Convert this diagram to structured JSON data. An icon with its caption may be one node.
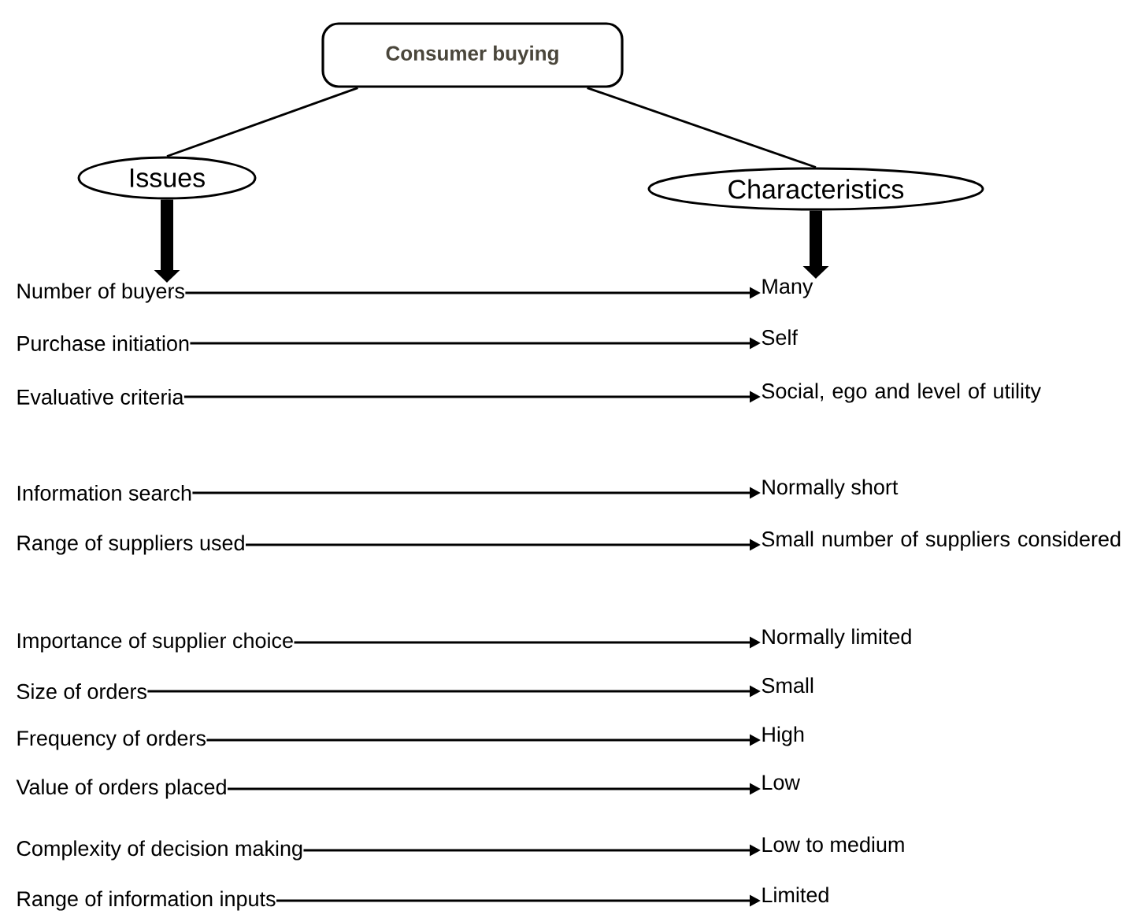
{
  "diagram": {
    "nodes": [
      {
        "text": [
          "Consumer buying"
        ]
      },
      {
        "text": [
          "Issues"
        ]
      },
      {
        "text": [
          "Characteristics"
        ]
      },
      {
        "text": [
          "Number of buyers"
        ]
      },
      {
        "text": [
          "Many"
        ]
      },
      {
        "text": [
          "Purchase initiation"
        ]
      },
      {
        "text": [
          "Self"
        ]
      },
      {
        "text": [
          "Evaluative criteria"
        ]
      },
      {
        "text": [
          "Social, ego and level of utility"
        ]
      },
      {
        "text": [
          "Information search"
        ]
      },
      {
        "text": [
          "Normally short"
        ]
      },
      {
        "text": [
          "Range of suppliers used"
        ]
      },
      {
        "text": [
          "Small number of suppliers considered"
        ]
      },
      {
        "text": [
          "Importance of supplier choice"
        ]
      },
      {
        "text": [
          "Normally limited"
        ]
      },
      {
        "text": [
          "Size of orders"
        ]
      },
      {
        "text": [
          "Small"
        ]
      },
      {
        "text": [
          "Frequency of orders"
        ]
      },
      {
        "text": [
          "High"
        ]
      },
      {
        "text": [
          "Value of orders placed"
        ]
      },
      {
        "text": [
          "Low"
        ]
      },
      {
        "text": [
          "Complexity of decision making"
        ]
      },
      {
        "text": [
          "Low to medium"
        ]
      },
      {
        "text": [
          "Range of information inputs"
        ]
      },
      {
        "text": [
          "Limited"
        ]
      }
    ],
    "edges": [
      {
        "from": 0,
        "to": 1,
        "arrow": "none"
      },
      {
        "from": 0,
        "to": 2,
        "arrow": "none"
      },
      {
        "from": 1,
        "to": 3,
        "arrow": "to",
        "style": "thick"
      },
      {
        "from": 2,
        "to": 4,
        "arrow": "to",
        "style": "thick"
      },
      {
        "from": 3,
        "to": 4,
        "arrow": "to"
      },
      {
        "from": 5,
        "to": 6,
        "arrow": "to"
      },
      {
        "from": 7,
        "to": 8,
        "arrow": "to"
      },
      {
        "from": 9,
        "to": 10,
        "arrow": "to"
      },
      {
        "from": 11,
        "to": 12,
        "arrow": "to"
      },
      {
        "from": 13,
        "to": 14,
        "arrow": "to"
      },
      {
        "from": 15,
        "to": 16,
        "arrow": "to"
      },
      {
        "from": 17,
        "to": 18,
        "arrow": "to"
      },
      {
        "from": 19,
        "to": 20,
        "arrow": "to"
      },
      {
        "from": 21,
        "to": 22,
        "arrow": "to"
      },
      {
        "from": 23,
        "to": 24,
        "arrow": "to"
      }
    ]
  }
}
